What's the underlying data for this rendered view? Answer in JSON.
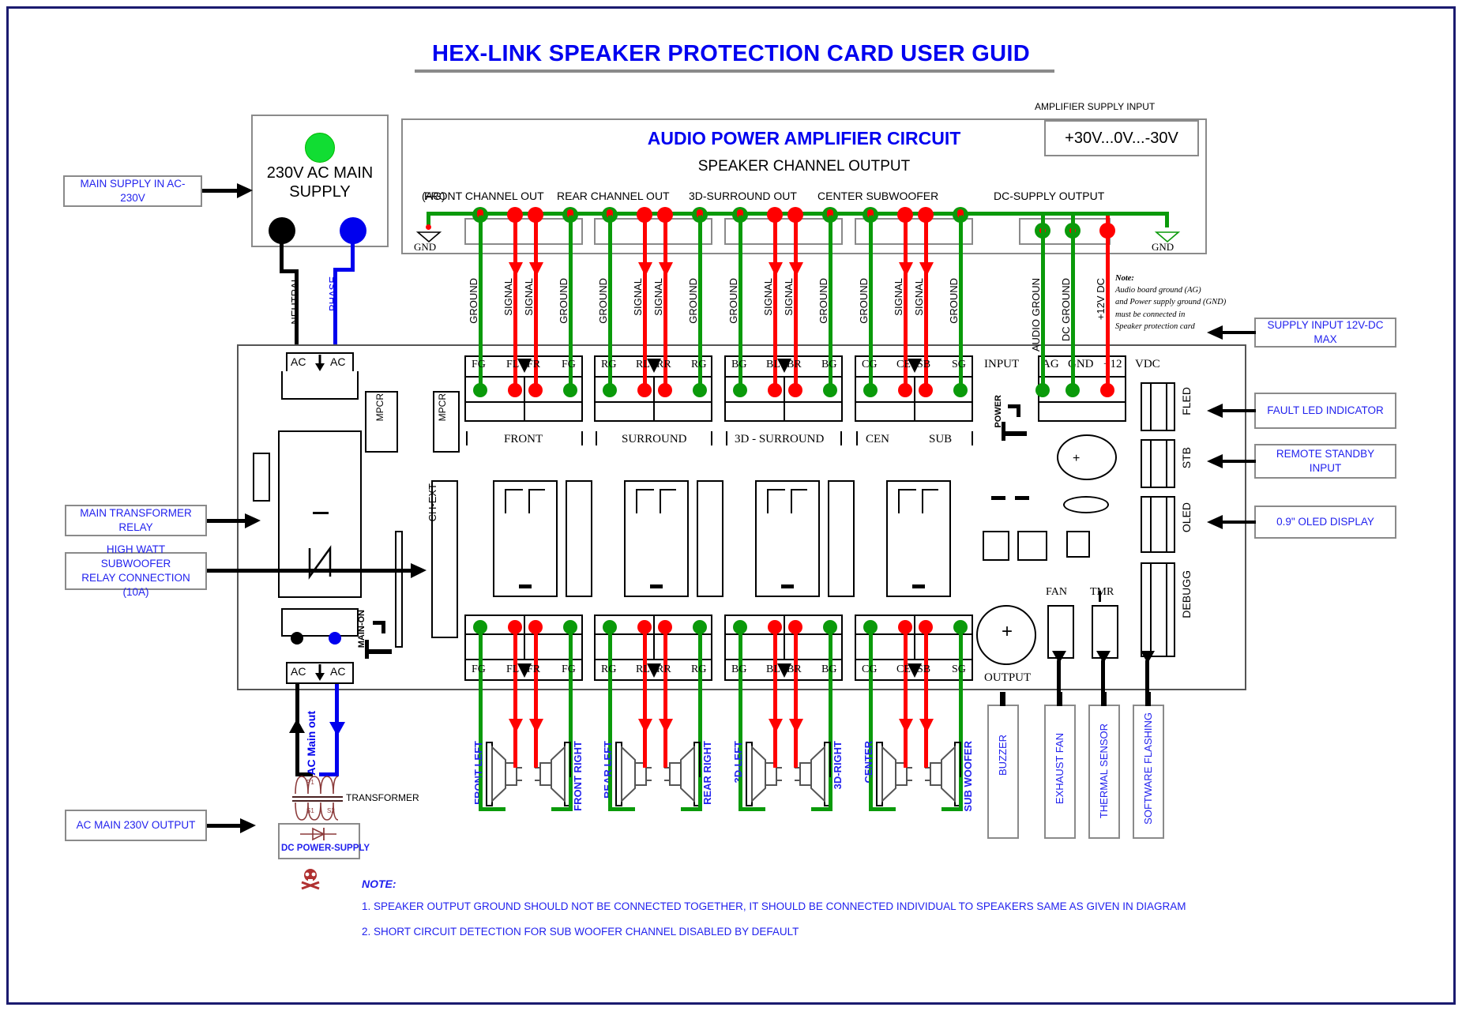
{
  "document": {
    "title": "HEX-LINK SPEAKER PROTECTION CARD USER GUID"
  },
  "mains": {
    "supply_box_line1": "230V AC MAIN",
    "supply_box_line2": "SUPPLY",
    "callout_in": "MAIN SUPPLY IN AC-230V",
    "neutral_label": "NEUTRAL",
    "phase_label": "PHASE",
    "main_label": "MAIN",
    "led_color": "#11dd33"
  },
  "amplifier": {
    "heading": "AUDIO POWER AMPLIFIER CIRCUIT",
    "subheading": "SPEAKER CHANNEL OUTPUT",
    "supply_input_label": "AMPLIFIER SUPPLY INPUT",
    "supply_input_value": "+30V...0V...-30V",
    "ag_label": "(AG)",
    "gnd_left": "GND",
    "gnd_right": "GND",
    "channel_groups": [
      "FRONT CHANNEL OUT",
      "REAR CHANNEL OUT",
      "3D-SURROUND OUT",
      "CENTER SUBWOOFER",
      "DC-SUPPLY OUTPUT"
    ],
    "pin_labels_vertical": [
      "GROUND",
      "SIGNAL",
      "SIGNAL",
      "GROUND",
      "GROUND",
      "SIGNAL",
      "SIGNAL",
      "GROUND",
      "GROUND",
      "SIGNAL",
      "SIGNAL",
      "GROUND",
      "GROUND",
      "SIGNAL",
      "SIGNAL",
      "GROUND",
      "AUDIO GROUN",
      "DC GROUND",
      "+12V DC"
    ],
    "note_title": "Note:",
    "note_lines": [
      "Audio board ground (AG)",
      "and Power supply ground (GND)",
      "must be connected in",
      "Speaker protection card"
    ]
  },
  "board": {
    "top_terminals": [
      "FG",
      "FL",
      "FR",
      "FG",
      "RG",
      "RL",
      "RR",
      "RG",
      "BG",
      "BL",
      "BR",
      "BG",
      "CG",
      "CE",
      "SB",
      "SG"
    ],
    "bottom_terminals": [
      "FG",
      "FL",
      "FR",
      "FG",
      "RG",
      "RL",
      "RR",
      "RG",
      "BG",
      "BL",
      "BR",
      "BG",
      "CG",
      "CE",
      "SB",
      "SG"
    ],
    "group_names": [
      "FRONT",
      "SURROUND",
      "3D - SURROUND",
      "CEN",
      "SUB"
    ],
    "input_label": "INPUT",
    "input_terminals": [
      "AG",
      "GND",
      "+12"
    ],
    "input_unit": "VDC",
    "power_label": "POWER",
    "output_label": "OUTPUT",
    "mpcr_label_1": "MPCR",
    "mpcr_label_2": "MPCR",
    "chext_label": "CH-EXT",
    "main_on_label": "MAIN-ON",
    "ac_left": "AC",
    "ac_right": "AC",
    "ac_left_b": "AC",
    "ac_right_b": "AC",
    "side_modules": [
      "FLED",
      "STB",
      "OLED",
      "DEBUGG"
    ],
    "fan_label": "FAN",
    "tmr_label": "TMR"
  },
  "callouts": {
    "supply_input_12v": "SUPPLY INPUT 12V-DC MAX",
    "fault_led": "FAULT LED INDICATOR",
    "remote_standby": "REMOTE STANDBY INPUT",
    "oled_display": "0.9\" OLED DISPLAY",
    "main_transformer_relay": "MAIN TRANSFORMER RELAY",
    "high_watt_subwoofer": "HIGH WATT SUBWOOFER\nRELAY CONNECTION (10A)",
    "high_watt_subwoofer_l1": "HIGH WATT SUBWOOFER",
    "high_watt_subwoofer_l2": "RELAY CONNECTION (10A)",
    "ac_main_output": "AC MAIN 230V OUTPUT"
  },
  "speakers": {
    "labels": [
      "FRONT LEFT",
      "FRONT RIGHT",
      "REAR LEFT",
      "REAR RIGHT",
      "3D-LEFT",
      "3D-RIGHT",
      "CENTER",
      "SUB WOOFER"
    ]
  },
  "devices": {
    "labels": [
      "BUZZER",
      "EXHAUST FAN",
      "THERMAL SENSOR",
      "SOFTWARE FLASHING"
    ]
  },
  "transformer": {
    "ac_main_out": "AC Main out",
    "transformer_label": "TRANSFORMER",
    "dc_power_supply": "DC POWER-SUPPLY",
    "p1": "P1",
    "s1": "S1",
    "s2": "S2"
  },
  "notes": {
    "heading": "NOTE:",
    "line1": "1. SPEAKER OUTPUT GROUND SHOULD NOT BE CONNECTED TOGETHER, IT SHOULD BE CONNECTED INDIVIDUAL TO SPEAKERS SAME AS GIVEN IN DIAGRAM",
    "line2": "2. SHORT CIRCUIT DETECTION FOR SUB WOOFER CHANNEL DISABLED BY DEFAULT"
  },
  "colors": {
    "title_blue": "#0000f0",
    "label_blue": "#2222ee",
    "wire_green": "#0a9a0a",
    "wire_red": "#ff0000",
    "wire_black": "#000000",
    "wire_blue": "#0000ee",
    "border_gray": "#8a8a8a"
  }
}
